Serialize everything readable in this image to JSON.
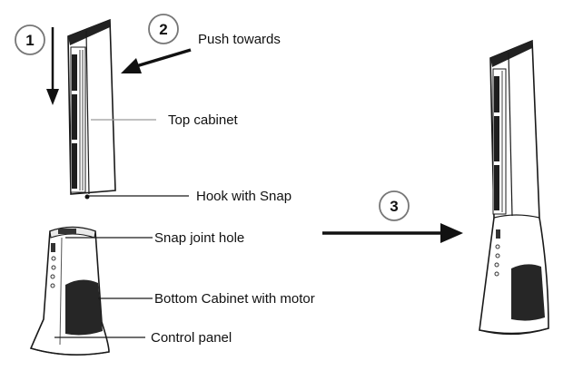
{
  "steps": [
    {
      "number": "1"
    },
    {
      "number": "2"
    },
    {
      "number": "3"
    }
  ],
  "labels": {
    "push_towards": "Push towards",
    "top_cabinet": "Top cabinet",
    "hook_with_snap": "Hook with Snap",
    "snap_joint_hole": "Snap joint hole",
    "bottom_cabinet": "Bottom Cabinet with motor",
    "control_panel": "Control panel"
  },
  "colors": {
    "line": "#1a1a1a",
    "leader": "#9a9a9a",
    "speaker": "#222222",
    "body": "#ffffff"
  }
}
